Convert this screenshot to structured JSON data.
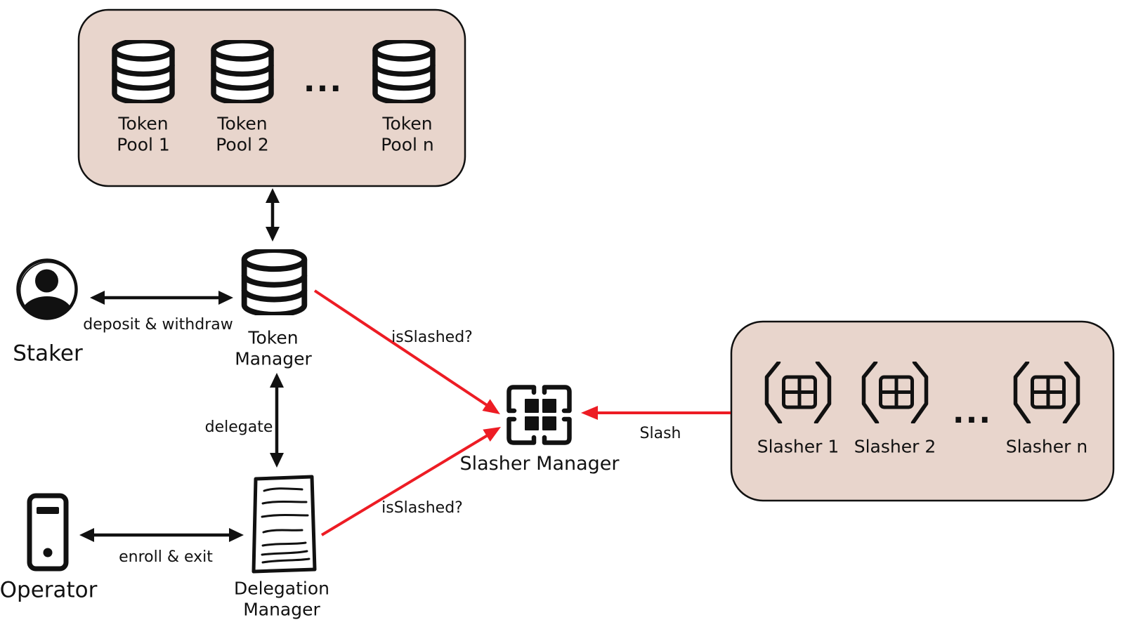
{
  "colors": {
    "background": "#ffffff",
    "box_fill": "#e8d5cc",
    "ink": "#111111",
    "red": "#ed1c24"
  },
  "token_pools_box": {
    "pools": [
      {
        "line1": "Token",
        "line2": "Pool 1"
      },
      {
        "line1": "Token",
        "line2": "Pool 2"
      },
      {
        "line1": "Token",
        "line2": "Pool n"
      }
    ],
    "ellipsis": "..."
  },
  "actors": {
    "staker": {
      "label": "Staker"
    },
    "operator": {
      "label": "Operator"
    }
  },
  "managers": {
    "token_manager": {
      "line1": "Token",
      "line2": "Manager"
    },
    "delegation_manager": {
      "line1": "Delegation",
      "line2": "Manager"
    },
    "slasher_manager": {
      "label": "Slasher Manager"
    }
  },
  "slashers_box": {
    "slashers": [
      "Slasher 1",
      "Slasher 2",
      "Slasher n"
    ],
    "ellipsis": "..."
  },
  "edges": {
    "deposit_withdraw": {
      "label": "deposit & withdraw"
    },
    "delegate": {
      "label": "delegate"
    },
    "enroll_exit": {
      "label": "enroll & exit"
    },
    "is_slashed_from_token_manager": {
      "label": "isSlashed?"
    },
    "is_slashed_from_delegation_manager": {
      "label": "isSlashed?"
    },
    "slash": {
      "label": "Slash"
    }
  }
}
